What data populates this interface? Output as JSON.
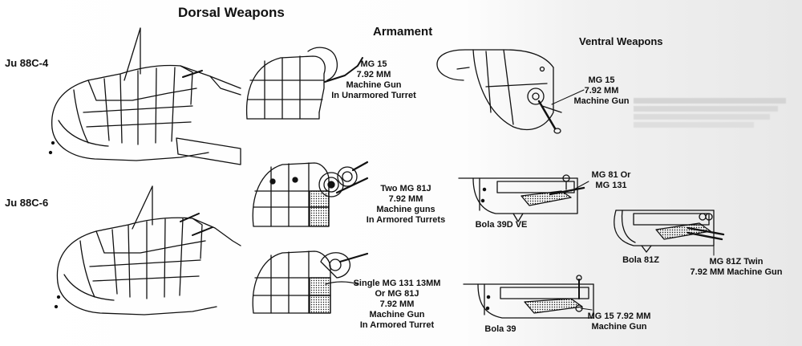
{
  "headings": {
    "dorsal": "Dorsal Weapons",
    "armament": "Armament",
    "ventral": "Ventral Weapons"
  },
  "variants": {
    "c4": "Ju 88C-4",
    "c6": "Ju 88C-6"
  },
  "labels": {
    "mg15_unarmored": [
      "MG 15",
      "7.92 MM",
      "Machine Gun",
      "In Unarmored Turret"
    ],
    "mg15_ventral": [
      "MG 15",
      "7.92 MM",
      "Machine Gun"
    ],
    "two_mg81j": [
      "Two MG 81J",
      "7.92 MM",
      "Machine guns",
      "In Armored Turrets"
    ],
    "mg81_or_mg131": [
      "MG 81 Or",
      "MG 131"
    ],
    "bola_39d_ve": "Bola 39D VE",
    "bola_81z": "Bola 81Z",
    "mg81z_twin": [
      "MG 81Z Twin",
      "7.92 MM Machine Gun"
    ],
    "single_mg131": [
      "Single MG 131 13MM",
      "Or MG 81J",
      "7.92 MM",
      "Machine Gun",
      "In Armored Turret"
    ],
    "bola_39": "Bola 39",
    "mg15_bola39": [
      "MG 15 7.92 MM",
      "Machine Gun"
    ]
  },
  "colors": {
    "ink": "#111111",
    "paper": "#ffffff",
    "glass": "#c9d9e2"
  }
}
